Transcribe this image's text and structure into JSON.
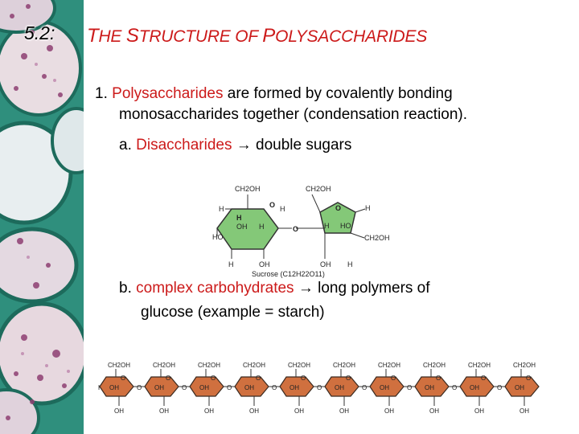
{
  "slide": {
    "number": "5.2:",
    "title_parts": [
      "T",
      "HE ",
      "S",
      "TRUCTURE OF ",
      "P",
      "OLYSACCHARIDES"
    ]
  },
  "point1": {
    "num": "1.",
    "term": "Polysaccharides",
    "rest_line1": " are formed by covalently bonding",
    "line2": "monosaccharides together (condensation reaction)."
  },
  "point_a": {
    "prefix": "a. ",
    "term": "Disaccharides",
    "arrow": " →",
    "rest": "double sugars"
  },
  "point_b": {
    "prefix": "b. ",
    "term": "complex carbohydrates",
    "arrow": " → ",
    "rest": "long polymers of",
    "line2": "glucose (example = starch)"
  },
  "sucrose": {
    "caption": "Sucrose (C12H22O11)",
    "labels": {
      "ch2oh": "CH2OH",
      "o": "O",
      "h": "H",
      "oh": "OH",
      "ho": "HO"
    },
    "colors": {
      "left_ring": "#84c878",
      "right_ring": "#84c878"
    }
  },
  "starch": {
    "unit_count": 10,
    "ring_color": "#d0703f",
    "labels": {
      "ch2oh": "CH2OH",
      "oh": "OH",
      "o": "O",
      "ho": "HO"
    }
  },
  "colors": {
    "title": "#cc1a1a",
    "accent_term": "#cc1a1a"
  }
}
